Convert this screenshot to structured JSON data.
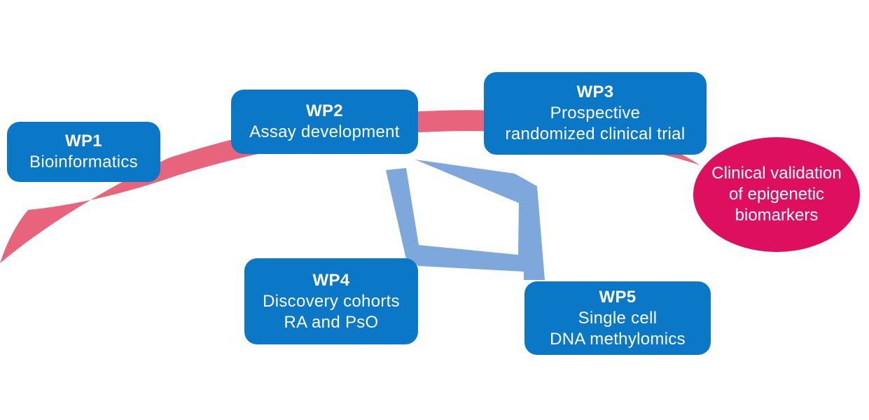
{
  "colors": {
    "box_fill": "#0a78c6",
    "arc_fill": "#e8647c",
    "connector_fill": "#7ea7dc",
    "goal_fill": "#de0f5f",
    "text": "#ffffff"
  },
  "work_packages": [
    {
      "title": "WP1",
      "lines": [
        "Bioinformatics"
      ]
    },
    {
      "title": "WP2",
      "lines": [
        "Assay development"
      ]
    },
    {
      "title": "WP3",
      "lines": [
        "Prospective",
        "randomized clinical trial"
      ]
    },
    {
      "title": "WP4",
      "lines": [
        "Discovery cohorts",
        "RA and PsO"
      ]
    },
    {
      "title": "WP5",
      "lines": [
        "Single cell",
        "DNA methylomics"
      ]
    }
  ],
  "goal": {
    "lines": [
      "Clinical validation",
      "of epigenetic",
      "biomarkers"
    ]
  }
}
